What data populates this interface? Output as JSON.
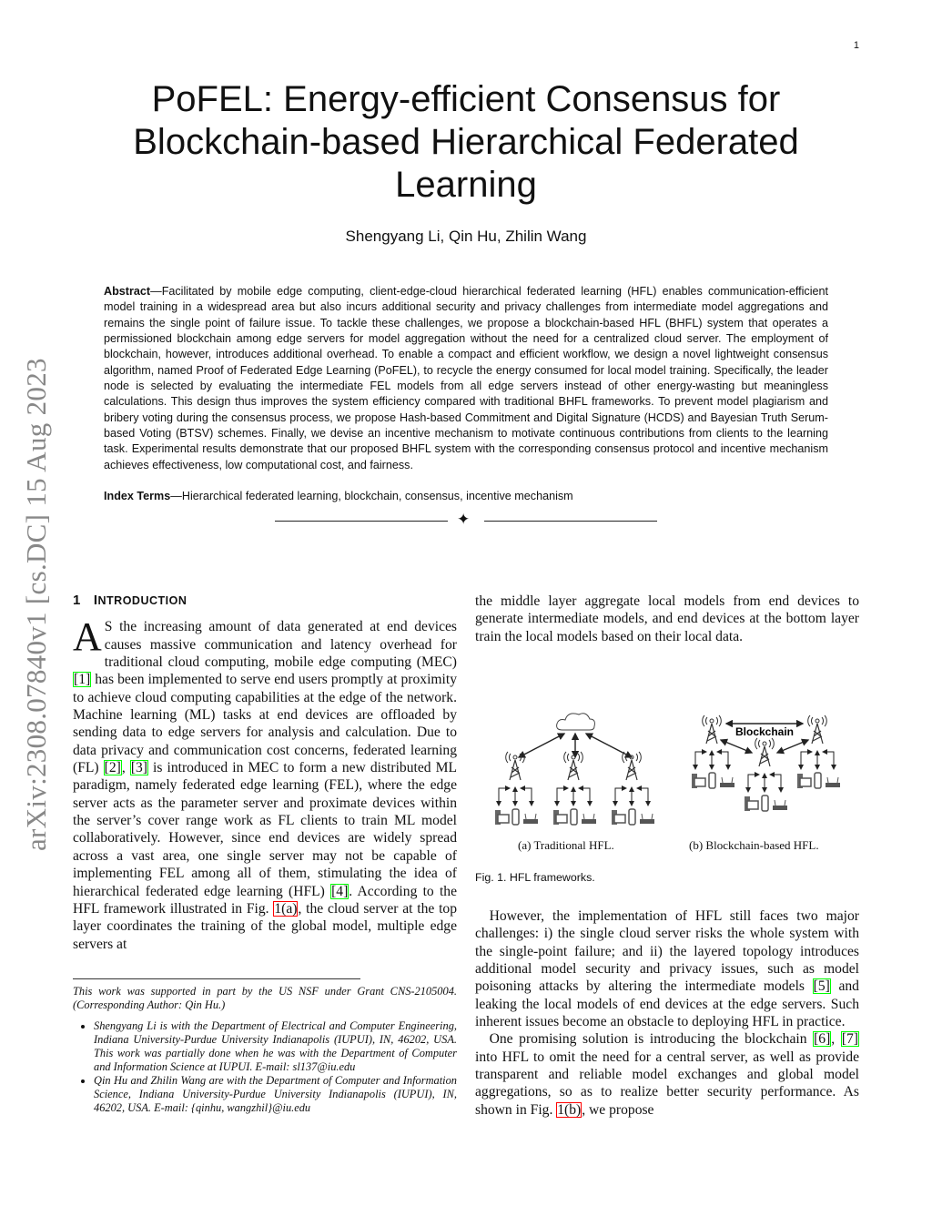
{
  "page_number": "1",
  "arxiv_id": "arXiv:2308.07840v1  [cs.DC]  15 Aug 2023",
  "title_lines": [
    "PoFEL: Energy-efficient Consensus for",
    "Blockchain-based Hierarchical Federated",
    "Learning"
  ],
  "authors": "Shengyang Li, Qin Hu, Zhilin Wang",
  "abstract": {
    "label": "Abstract",
    "text": "—Facilitated by mobile edge computing, client-edge-cloud hierarchical federated learning (HFL) enables communication-efficient model training in a widespread area but also incurs additional security and privacy challenges from intermediate model aggregations and remains the single point of failure issue. To tackle these challenges, we propose a blockchain-based HFL (BHFL) system that operates a permissioned blockchain among edge servers for model aggregation without the need for a centralized cloud server. The employment of blockchain, however, introduces additional overhead. To enable a compact and efficient workflow, we design a novel lightweight consensus algorithm, named Proof of Federated Edge Learning (PoFEL), to recycle the energy consumed for local model training. Specifically, the leader node is selected by evaluating the intermediate FEL models from all edge servers instead of other energy-wasting but meaningless calculations. This design thus improves the system efficiency compared with traditional BHFL frameworks. To prevent model plagiarism and bribery voting during the consensus process, we propose Hash-based Commitment and Digital Signature (HCDS) and Bayesian Truth Serum-based Voting (BTSV) schemes. Finally, we devise an incentive mechanism to motivate continuous contributions from clients to the learning task. Experimental results demonstrate that our proposed BHFL system with the corresponding consensus protocol and incentive mechanism achieves effectiveness, low computational cost, and fairness."
  },
  "index_terms": {
    "label": "Index Terms",
    "text": "—Hierarchical federated learning, blockchain, consensus, incentive mechanism"
  },
  "separator_symbol": "✦",
  "section": {
    "number": "1",
    "first": "I",
    "rest": "NTRODUCTION"
  },
  "intro_p1": {
    "dropcap": "A",
    "segments": [
      {
        "t": "S the increasing amount of data generated at end devices causes massive communication and latency overhead for traditional cloud computing, mobile edge computing (MEC) "
      },
      {
        "t": "[1]",
        "ref": "cite"
      },
      {
        "t": " has been implemented to serve end users promptly at proximity to achieve cloud computing capabilities at the edge of the network. Machine learning (ML) tasks at end devices are offloaded by sending data to edge servers for analysis and calculation. Due to data privacy and communication cost concerns, federated learning (FL) "
      },
      {
        "t": "[2]",
        "ref": "cite"
      },
      {
        "t": ", "
      },
      {
        "t": "[3]",
        "ref": "cite"
      },
      {
        "t": " is introduced in MEC to form a new distributed ML paradigm, namely federated edge learning (FEL), where the edge server acts as the parameter server and proximate devices within the server’s cover range work as FL clients to train ML model collaboratively. However, since end devices are widely spread across a vast area, one single server may not be capable of implementing FEL among all of them, stimulating the idea of hierarchical federated edge learning (HFL) "
      },
      {
        "t": "[4]",
        "ref": "cite"
      },
      {
        "t": ". According to the HFL framework illustrated in Fig. "
      },
      {
        "t": "1(a)",
        "ref": "fref"
      },
      {
        "t": ", the cloud server at the top layer coordinates the training of the global model, multiple edge servers at "
      }
    ]
  },
  "intro_p1_cont": "the middle layer aggregate local models from end devices to generate intermediate models, and end devices at the bottom layer train the local models based on their local data.",
  "figure": {
    "blockchain_label": "Blockchain",
    "subcaption_a": "(a)  Traditional HFL.",
    "subcaption_b": "(b)  Blockchain-based HFL.",
    "caption": "Fig. 1. HFL frameworks."
  },
  "intro_p2": {
    "segments": [
      {
        "t": "However, the implementation of HFL still faces two major challenges: i) the single cloud server risks the whole system with the single-point failure; and ii) the layered topology introduces additional model security and privacy issues, such as model poisoning attacks by altering the intermediate models "
      },
      {
        "t": "[5]",
        "ref": "cite"
      },
      {
        "t": " and leaking the local models of end devices at the edge servers. Such inherent issues become an obstacle to deploying HFL in practice."
      }
    ]
  },
  "intro_p3": {
    "segments": [
      {
        "t": "One promising solution is introducing the blockchain "
      },
      {
        "t": "[6]",
        "ref": "cite"
      },
      {
        "t": ", "
      },
      {
        "t": "[7]",
        "ref": "cite"
      },
      {
        "t": " into HFL to omit the need for a central server, as well as provide transparent and reliable model exchanges and global model aggregations, so as to realize better security performance. As shown in Fig. "
      },
      {
        "t": "1(b)",
        "ref": "fref"
      },
      {
        "t": ", we propose"
      }
    ]
  },
  "footnotes": {
    "support": "This work was supported in part by the US NSF under Grant CNS-2105004. (Corresponding Author: Qin Hu.)",
    "items": [
      "Shengyang Li is with the Department of Electrical and Computer Engineering, Indiana University-Purdue University Indianapolis (IUPUI), IN, 46202, USA. This work was partially done when he was with the Department of Computer and Information Science at IUPUI. E-mail: sl137@iu.edu",
      "Qin Hu and Zhilin Wang are with the Department of Computer and Information Science, Indiana University-Purdue University Indianapolis (IUPUI), IN, 46202, USA. E-mail: {qinhu, wangzhil}@iu.edu"
    ]
  },
  "colors": {
    "citation_box": "#00ff00",
    "figure_ref_box": "#ff0000",
    "arxiv_text": "#888888"
  }
}
